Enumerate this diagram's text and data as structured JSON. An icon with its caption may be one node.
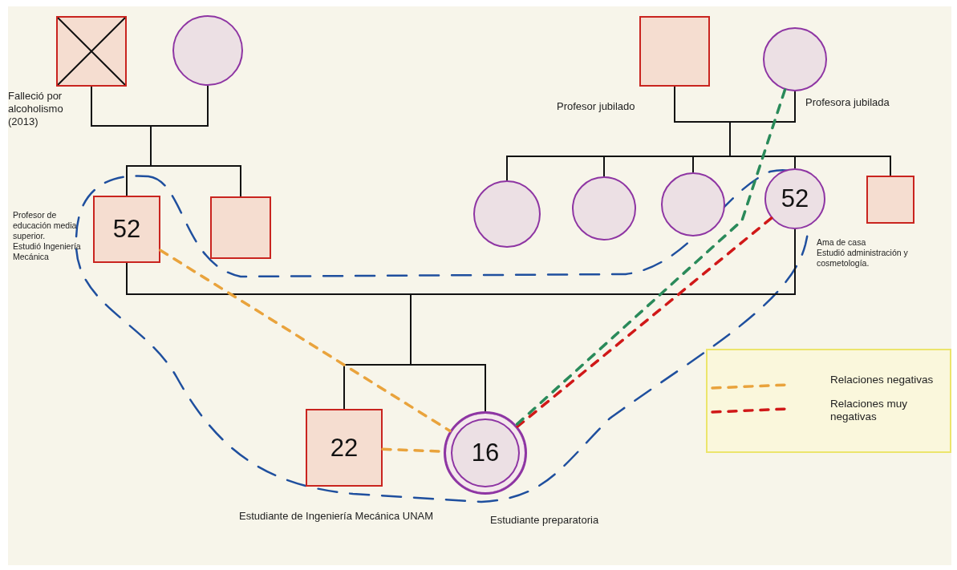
{
  "diagram": {
    "nodes": [
      {
        "text": [],
        "shape": "box",
        "beside": [
          "Falleció por alcoholismo (2013)"
        ]
      },
      {
        "text": [],
        "shape": "circle"
      },
      {
        "text": [],
        "shape": "box",
        "beside": [
          "Profesor jubilado"
        ]
      },
      {
        "text": [],
        "shape": "circle",
        "beside": [
          "Profesora jubilada"
        ]
      },
      {
        "text": [
          "52"
        ],
        "beside": [
          "Profesor de educación media superior.",
          "Estudió Ingeniería Mecánica"
        ]
      },
      {
        "text": [],
        "shape": "box"
      },
      {
        "text": [],
        "shape": "circle"
      },
      {
        "text": [],
        "shape": "circle"
      },
      {
        "text": [],
        "shape": "circle"
      },
      {
        "text": [
          "52"
        ],
        "beside": [
          "Ama de casa",
          "Estudió administración y cosmetología."
        ]
      },
      {
        "text": [],
        "shape": "box"
      },
      {
        "text": [
          "22"
        ],
        "beside": [
          "Estudiante de Ingeniería Mecánica UNAM"
        ]
      },
      {
        "text": [
          "16"
        ],
        "beside": [
          "Estudiante preparatoria"
        ]
      }
    ],
    "edges": [
      {
        "from": 0,
        "to": 1,
        "arrow": "none"
      },
      {
        "from": 0,
        "to": 4,
        "arrow": "none"
      },
      {
        "from": 0,
        "to": 5,
        "arrow": "none"
      },
      {
        "from": 1,
        "to": 4,
        "arrow": "none"
      },
      {
        "from": 1,
        "to": 5,
        "arrow": "none"
      },
      {
        "from": 2,
        "to": 3,
        "arrow": "none"
      },
      {
        "from": 2,
        "to": 6,
        "arrow": "none"
      },
      {
        "from": 2,
        "to": 7,
        "arrow": "none"
      },
      {
        "from": 2,
        "to": 8,
        "arrow": "none"
      },
      {
        "from": 2,
        "to": 9,
        "arrow": "none"
      },
      {
        "from": 2,
        "to": 10,
        "arrow": "none"
      },
      {
        "from": 3,
        "to": 6,
        "arrow": "none"
      },
      {
        "from": 3,
        "to": 7,
        "arrow": "none"
      },
      {
        "from": 3,
        "to": 8,
        "arrow": "none"
      },
      {
        "from": 3,
        "to": 9,
        "arrow": "none"
      },
      {
        "from": 3,
        "to": 10,
        "arrow": "none"
      },
      {
        "from": 4,
        "to": 9,
        "arrow": "none"
      },
      {
        "from": 4,
        "to": 11,
        "arrow": "none"
      },
      {
        "from": 4,
        "to": 12,
        "arrow": "none"
      },
      {
        "from": 9,
        "to": 11,
        "arrow": "none"
      },
      {
        "from": 9,
        "to": 12,
        "arrow": "none"
      },
      {
        "from": 4,
        "to": 12,
        "arrow": "none",
        "style": "dashed",
        "color": "#e9a33c"
      },
      {
        "from": 11,
        "to": 12,
        "arrow": "none",
        "style": "dashed",
        "color": "#e9a33c"
      },
      {
        "from": 9,
        "to": 12,
        "arrow": "none",
        "style": "dashed",
        "color": "#d01818"
      },
      {
        "from": 3,
        "to": 12,
        "arrow": "none",
        "style": "dashed",
        "color": "#2a8a5a"
      }
    ],
    "legend": [
      {
        "text": "Relaciones negativas"
      },
      {
        "text": "Relaciones muy negativas"
      }
    ]
  }
}
